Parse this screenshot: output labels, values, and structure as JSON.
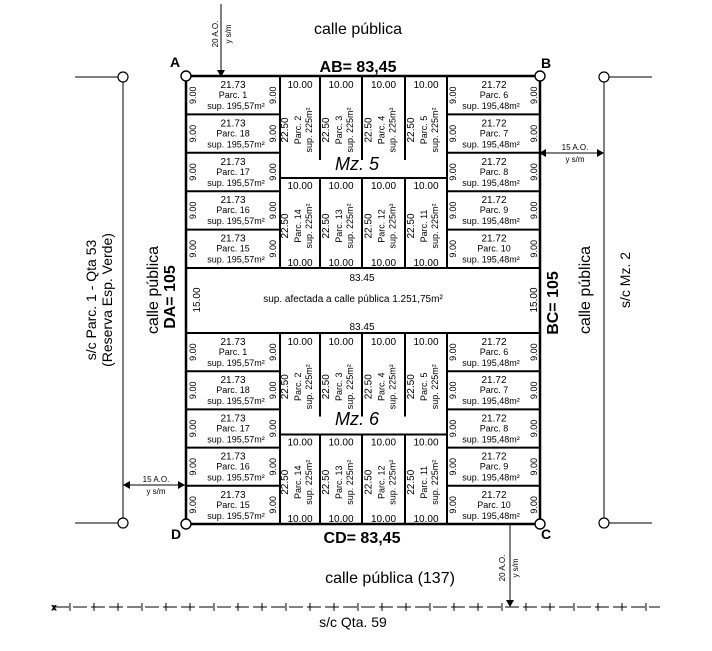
{
  "streets": {
    "top": "calle pública",
    "bottom": "calle pública (137)",
    "left": "calle pública",
    "right": "calle pública",
    "middle": "sup. afectada a calle pública 1.251,75m²",
    "middle_width": "15.00",
    "middle_length": "83.45"
  },
  "neighbors": {
    "left_line1": "s/c Parc. 1 - Qta 53",
    "left_line2": "(Reserva Esp. Verde)",
    "right": "s/c Mz. 2",
    "bottom": "s/c Qta. 59"
  },
  "corners": {
    "a": "A",
    "b": "B",
    "c": "C",
    "d": "D"
  },
  "sides": {
    "ab": "AB= 83,45",
    "bc": "BC= 105",
    "cd": "CD= 83,45",
    "da": "DA= 105"
  },
  "annotations": {
    "top_line1": "20 A.O.",
    "top_line2": "y s/m",
    "bottom_line1": "20 A.O.",
    "bottom_line2": "y s/m",
    "right_line1": "15 A.O.",
    "right_line2": "y s/m",
    "left_line1": "15 A.O.",
    "left_line2": "y s/m"
  },
  "blocks": [
    {
      "name": "Mz. 5",
      "left_parcels": [
        {
          "width": "21.73",
          "name": "Parc. 1",
          "area": "sup. 195,57m²",
          "depth": "9.00"
        },
        {
          "width": "21.73",
          "name": "Parc. 18",
          "area": "sup. 195,57m²",
          "depth": "9.00"
        },
        {
          "width": "21.73",
          "name": "Parc. 17",
          "area": "sup. 195,57m²",
          "depth": "9.00"
        },
        {
          "width": "21.73",
          "name": "Parc. 16",
          "area": "sup. 195,57m²",
          "depth": "9.00"
        },
        {
          "width": "21.73",
          "name": "Parc. 15",
          "area": "sup. 195,57m²",
          "depth": "9.00"
        }
      ],
      "right_parcels": [
        {
          "width": "21.72",
          "name": "Parc. 6",
          "area": "sup. 195,48m²",
          "depth": "9.00"
        },
        {
          "width": "21.72",
          "name": "Parc. 7",
          "area": "sup. 195,48m²",
          "depth": "9.00"
        },
        {
          "width": "21.72",
          "name": "Parc. 8",
          "area": "sup. 195,48m²",
          "depth": "9.00"
        },
        {
          "width": "21.72",
          "name": "Parc. 9",
          "area": "sup. 195,48m²",
          "depth": "9.00"
        },
        {
          "width": "21.72",
          "name": "Parc. 10",
          "area": "sup. 195,48m²",
          "depth": "9.00"
        }
      ],
      "top_parcels": [
        {
          "width": "10.00",
          "name": "Parc. 2",
          "area": "sup. 225m²",
          "depth": "22.50"
        },
        {
          "width": "10.00",
          "name": "Parc. 3",
          "area": "sup. 225m²",
          "depth": "22.50"
        },
        {
          "width": "10.00",
          "name": "Parc. 4",
          "area": "sup. 225m²",
          "depth": "22.50"
        },
        {
          "width": "10.00",
          "name": "Parc. 5",
          "area": "sup. 225m²",
          "depth": "22.50"
        }
      ],
      "bottom_parcels": [
        {
          "width": "10.00",
          "name": "Parc. 14",
          "area": "sup. 225m²",
          "depth": "22.50"
        },
        {
          "width": "10.00",
          "name": "Parc. 13",
          "area": "sup. 225m²",
          "depth": "22.50"
        },
        {
          "width": "10.00",
          "name": "Parc. 12",
          "area": "sup. 225m²",
          "depth": "22.50"
        },
        {
          "width": "10.00",
          "name": "Parc. 11",
          "area": "sup. 225m²",
          "depth": "22.50"
        }
      ]
    },
    {
      "name": "Mz. 6",
      "left_parcels": [
        {
          "width": "21.73",
          "name": "Parc. 1",
          "area": "sup. 195,57m²",
          "depth": "9.00"
        },
        {
          "width": "21.73",
          "name": "Parc. 18",
          "area": "sup. 195,57m²",
          "depth": "9.00"
        },
        {
          "width": "21.73",
          "name": "Parc. 17",
          "area": "sup. 195,57m²",
          "depth": "9.00"
        },
        {
          "width": "21.73",
          "name": "Parc. 16",
          "area": "sup. 195,57m²",
          "depth": "9.00"
        },
        {
          "width": "21.73",
          "name": "Parc. 15",
          "area": "sup. 195,57m²",
          "depth": "9.00"
        }
      ],
      "right_parcels": [
        {
          "width": "21.72",
          "name": "Parc. 6",
          "area": "sup. 195,48m²",
          "depth": "9.00"
        },
        {
          "width": "21.72",
          "name": "Parc. 7",
          "area": "sup. 195,48m²",
          "depth": "9.00"
        },
        {
          "width": "21.72",
          "name": "Parc. 8",
          "area": "sup. 195,48m²",
          "depth": "9.00"
        },
        {
          "width": "21.72",
          "name": "Parc. 9",
          "area": "sup. 195,48m²",
          "depth": "9.00"
        },
        {
          "width": "21.72",
          "name": "Parc. 10",
          "area": "sup. 195,48m²",
          "depth": "9.00"
        }
      ],
      "top_parcels": [
        {
          "width": "10.00",
          "name": "Parc. 2",
          "area": "sup. 225m²",
          "depth": "22.50"
        },
        {
          "width": "10.00",
          "name": "Parc. 3",
          "area": "sup. 225m²",
          "depth": "22.50"
        },
        {
          "width": "10.00",
          "name": "Parc. 4",
          "area": "sup. 225m²",
          "depth": "22.50"
        },
        {
          "width": "10.00",
          "name": "Parc. 5",
          "area": "sup. 225m²",
          "depth": "22.50"
        }
      ],
      "bottom_parcels": [
        {
          "width": "10.00",
          "name": "Parc. 14",
          "area": "sup. 225m²",
          "depth": "22.50"
        },
        {
          "width": "10.00",
          "name": "Parc. 13",
          "area": "sup. 225m²",
          "depth": "22.50"
        },
        {
          "width": "10.00",
          "name": "Parc. 12",
          "area": "sup. 225m²",
          "depth": "22.50"
        },
        {
          "width": "10.00",
          "name": "Parc. 11",
          "area": "sup. 225m²",
          "depth": "22.50"
        }
      ]
    }
  ]
}
